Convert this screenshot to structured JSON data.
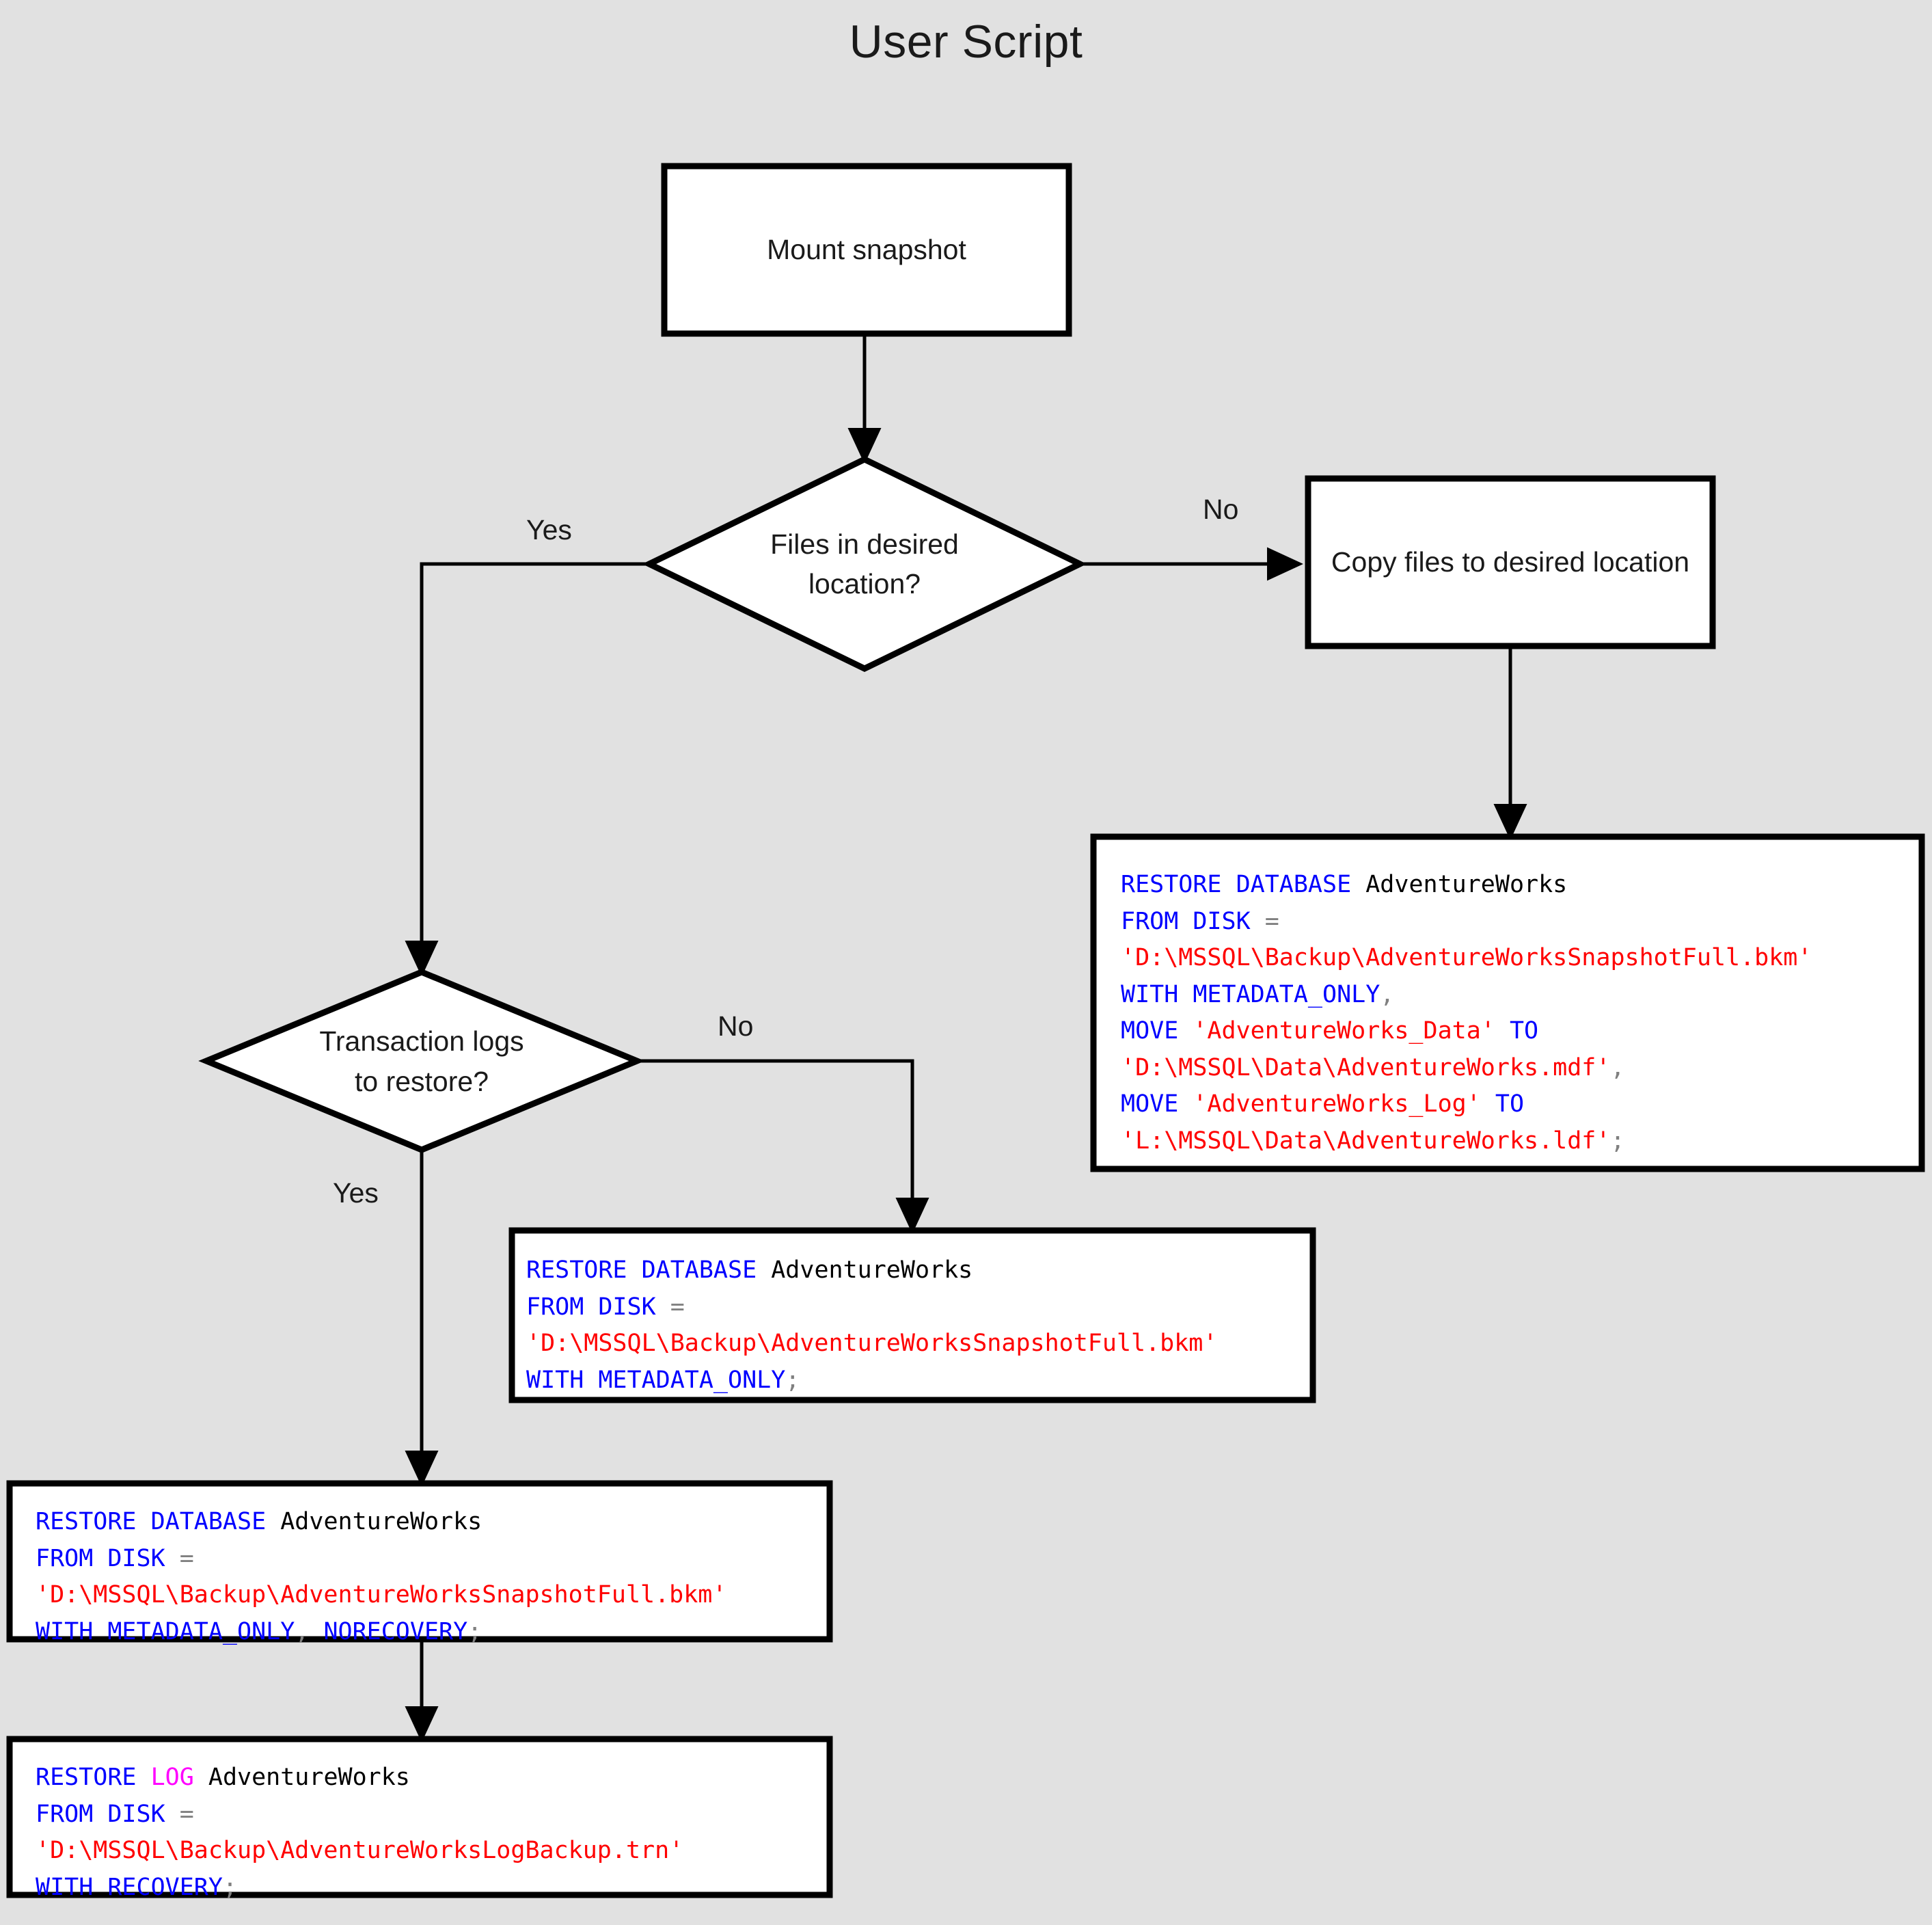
{
  "title": "User Script",
  "colors": {
    "background": "#e1e1e1",
    "node_fill": "#ffffff",
    "stroke": "#000000",
    "keyword": "#0000ff",
    "identifier": "#000000",
    "string": "#ff0000",
    "operator": "#808080",
    "log_keyword": "#ff00ff"
  },
  "nodes": {
    "mount_snapshot": {
      "label": "Mount snapshot",
      "shape": "process"
    },
    "files_in_desired_location": {
      "label": "Files in desired location?",
      "shape": "decision"
    },
    "copy_files": {
      "label": "Copy files to desired location",
      "shape": "process"
    },
    "transaction_logs": {
      "label": "Transaction logs to restore?",
      "shape": "decision"
    }
  },
  "edge_labels": {
    "files_yes": "Yes",
    "files_no": "No",
    "logs_no": "No",
    "logs_yes": "Yes"
  },
  "code_blocks": {
    "restore_with_move": {
      "name": "restore-database-with-move",
      "lines": [
        [
          {
            "t": "RESTORE DATABASE ",
            "c": "kw"
          },
          {
            "t": "AdventureWorks",
            "c": "id"
          }
        ],
        [
          {
            "t": "FROM DISK ",
            "c": "kw"
          },
          {
            "t": "=",
            "c": "op"
          }
        ],
        [
          {
            "t": "'D:\\MSSQL\\Backup\\AdventureWorksSnapshotFull.bkm'",
            "c": "str"
          }
        ],
        [
          {
            "t": "WITH METADATA_ONLY",
            "c": "kw"
          },
          {
            "t": ",",
            "c": "op"
          }
        ],
        [
          {
            "t": "MOVE ",
            "c": "kw"
          },
          {
            "t": "'AdventureWorks_Data'",
            "c": "str"
          },
          {
            "t": " TO",
            "c": "kw"
          }
        ],
        [
          {
            "t": "'D:\\MSSQL\\Data\\AdventureWorks.mdf'",
            "c": "str"
          },
          {
            "t": ",",
            "c": "op"
          }
        ],
        [
          {
            "t": "MOVE ",
            "c": "kw"
          },
          {
            "t": "'AdventureWorks_Log'",
            "c": "str"
          },
          {
            "t": " TO",
            "c": "kw"
          }
        ],
        [
          {
            "t": "'L:\\MSSQL\\Data\\AdventureWorks.ldf'",
            "c": "str"
          },
          {
            "t": ";",
            "c": "op"
          }
        ]
      ]
    },
    "restore_metadata_only": {
      "name": "restore-database-metadata-only",
      "lines": [
        [
          {
            "t": "RESTORE DATABASE ",
            "c": "kw"
          },
          {
            "t": "AdventureWorks",
            "c": "id"
          }
        ],
        [
          {
            "t": "FROM DISK ",
            "c": "kw"
          },
          {
            "t": "=",
            "c": "op"
          }
        ],
        [
          {
            "t": "'D:\\MSSQL\\Backup\\AdventureWorksSnapshotFull.bkm'",
            "c": "str"
          }
        ],
        [
          {
            "t": "WITH METADATA_ONLY",
            "c": "kw"
          },
          {
            "t": ";",
            "c": "op"
          }
        ]
      ]
    },
    "restore_norecovery": {
      "name": "restore-database-norecovery",
      "lines": [
        [
          {
            "t": "RESTORE DATABASE ",
            "c": "kw"
          },
          {
            "t": "AdventureWorks",
            "c": "id"
          }
        ],
        [
          {
            "t": "FROM DISK ",
            "c": "kw"
          },
          {
            "t": "=",
            "c": "op"
          }
        ],
        [
          {
            "t": "'D:\\MSSQL\\Backup\\AdventureWorksSnapshotFull.bkm'",
            "c": "str"
          }
        ],
        [
          {
            "t": "WITH METADATA_ONLY",
            "c": "kw"
          },
          {
            "t": ", ",
            "c": "op"
          },
          {
            "t": "NORECOVERY",
            "c": "kw"
          },
          {
            "t": ";",
            "c": "op"
          }
        ]
      ]
    },
    "restore_log": {
      "name": "restore-log-recovery",
      "lines": [
        [
          {
            "t": "RESTORE ",
            "c": "kw"
          },
          {
            "t": "LOG",
            "c": "log"
          },
          {
            "t": " ",
            "c": "kw"
          },
          {
            "t": "AdventureWorks",
            "c": "id"
          }
        ],
        [
          {
            "t": "FROM DISK ",
            "c": "kw"
          },
          {
            "t": "=",
            "c": "op"
          }
        ],
        [
          {
            "t": "'D:\\MSSQL\\Backup\\AdventureWorksLogBackup.trn'",
            "c": "str"
          }
        ],
        [
          {
            "t": "WITH RECOVERY",
            "c": "kw"
          },
          {
            "t": ";",
            "c": "op"
          }
        ]
      ]
    }
  }
}
